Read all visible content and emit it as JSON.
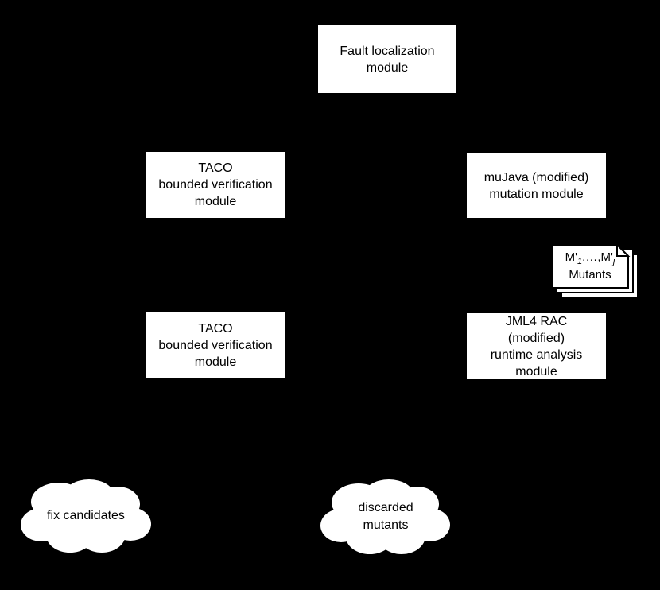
{
  "diagram": {
    "colors": {
      "background": "#000000",
      "node_fill": "#ffffff",
      "node_border": "#000000",
      "text": "#000000"
    },
    "nodes": {
      "fault_localization": {
        "line1": "Fault localization",
        "line2": "module"
      },
      "taco_top": {
        "line1": "TACO",
        "line2": "bounded verification",
        "line3": "module"
      },
      "mujava": {
        "line1": "muJava (modified)",
        "line2": "mutation module"
      },
      "taco_bottom": {
        "line1": "TACO",
        "line2": "bounded verification",
        "line3": "module"
      },
      "jml4_rac": {
        "line1": "JML4 RAC",
        "line2": "(modified)",
        "line3": "runtime analysis",
        "line4": "module"
      }
    },
    "mutants_note": {
      "label_prefix": "M'",
      "label_sub1": "1",
      "label_middle": ",…,M'",
      "label_subj": "j",
      "line2": "Mutants"
    },
    "clouds": {
      "fix_candidates": {
        "line1": "fix candidates"
      },
      "discarded_mutants": {
        "line1": "discarded",
        "line2": "mutants"
      }
    }
  }
}
